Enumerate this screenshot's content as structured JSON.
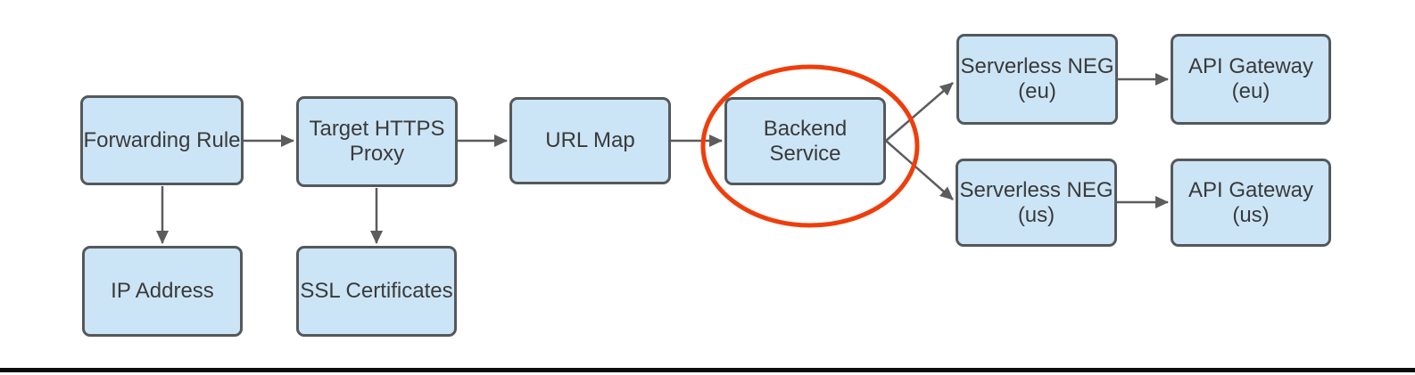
{
  "colors": {
    "node_fill": "#CCE5F6",
    "node_border": "#55585B",
    "node_text": "#3A3A3A",
    "arrow": "#5C5C5C",
    "highlight": "#EE3E0C",
    "bottom_bar": "#0B0B0B",
    "background": "#FFFFFF"
  },
  "nodes": [
    {
      "id": "forwarding-rule",
      "label": "Forwarding Rule"
    },
    {
      "id": "target-https-proxy",
      "label": "Target HTTPS\nProxy"
    },
    {
      "id": "url-map",
      "label": "URL Map"
    },
    {
      "id": "backend-service",
      "label": "Backend Service",
      "highlighted": true
    },
    {
      "id": "serverless-neg-eu",
      "label": "Serverless NEG\n(eu)"
    },
    {
      "id": "api-gateway-eu",
      "label": "API Gateway\n(eu)"
    },
    {
      "id": "serverless-neg-us",
      "label": "Serverless NEG\n(us)"
    },
    {
      "id": "api-gateway-us",
      "label": "API Gateway\n(us)"
    },
    {
      "id": "ip-address",
      "label": "IP Address"
    },
    {
      "id": "ssl-certificates",
      "label": "SSL Certificates"
    }
  ],
  "edges": [
    {
      "from": "forwarding-rule",
      "to": "target-https-proxy"
    },
    {
      "from": "target-https-proxy",
      "to": "url-map"
    },
    {
      "from": "url-map",
      "to": "backend-service"
    },
    {
      "from": "backend-service",
      "to": "serverless-neg-eu"
    },
    {
      "from": "backend-service",
      "to": "serverless-neg-us"
    },
    {
      "from": "serverless-neg-eu",
      "to": "api-gateway-eu"
    },
    {
      "from": "serverless-neg-us",
      "to": "api-gateway-us"
    },
    {
      "from": "forwarding-rule",
      "to": "ip-address"
    },
    {
      "from": "target-https-proxy",
      "to": "ssl-certificates"
    }
  ],
  "annotations": {
    "highlight_ellipse": {
      "around": "backend-service",
      "color": "#EE3E0C"
    }
  }
}
